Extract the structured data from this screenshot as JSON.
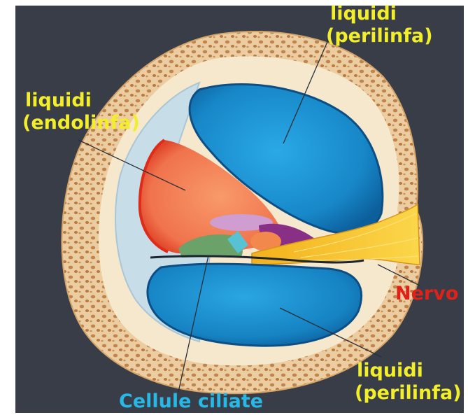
{
  "labels": {
    "perilymph_top_line1": "liquidi",
    "perilymph_top_line2": "(perilinfa)",
    "endolymph_line1": "liquidi",
    "endolymph_line2": "(endolinfa)",
    "nerve": "Nervo",
    "perilymph_bottom_line1": "liquidi",
    "perilymph_bottom_line2": "(perilinfa)",
    "hair_cells": "Cellule ciliate"
  },
  "colors": {
    "background": "#383d48",
    "label_yellow": "#f2ef2a",
    "label_red": "#e0211a",
    "label_cyan": "#27b8e6",
    "bone": "#e9c89a",
    "fluid_blue": "#1b8fcc",
    "endolymph_orange": "#f07a52",
    "nerve_yellow": "#f6c22c"
  }
}
